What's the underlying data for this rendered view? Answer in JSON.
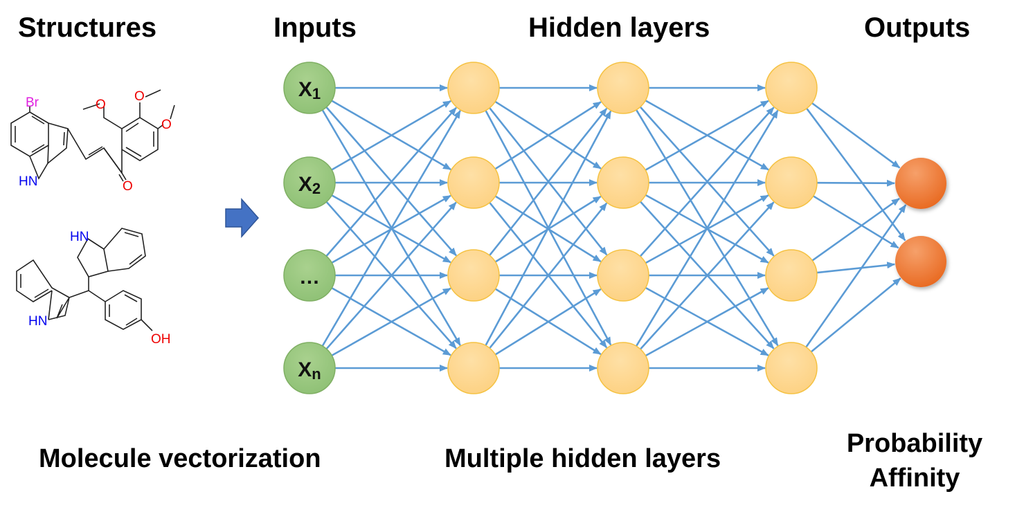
{
  "headers": {
    "structures": "Structures",
    "inputs": "Inputs",
    "hidden": "Hidden layers",
    "outputs": "Outputs"
  },
  "footers": {
    "vectorization": "Molecule vectorization",
    "multiple_hidden": "Multiple hidden layers",
    "probability": "Probability",
    "affinity": "Affinity"
  },
  "inputs": [
    {
      "label": "X",
      "sub": "1"
    },
    {
      "label": "X",
      "sub": "2"
    },
    {
      "label": "…",
      "sub": ""
    },
    {
      "label": "X",
      "sub": "n"
    }
  ],
  "molecule1": {
    "br": "Br",
    "hn": "HN",
    "o": "O"
  },
  "molecule2": {
    "hn": "HN",
    "oh": "OH"
  },
  "colors": {
    "input_fill": "#93c47d",
    "hidden_fill": "#fdd48a",
    "output_fill": "#ee7a2f",
    "edge": "#5b9bd5",
    "arrow": "#4472c4",
    "br": "#e020e0",
    "n": "#0000ee",
    "o": "#ee0000"
  }
}
